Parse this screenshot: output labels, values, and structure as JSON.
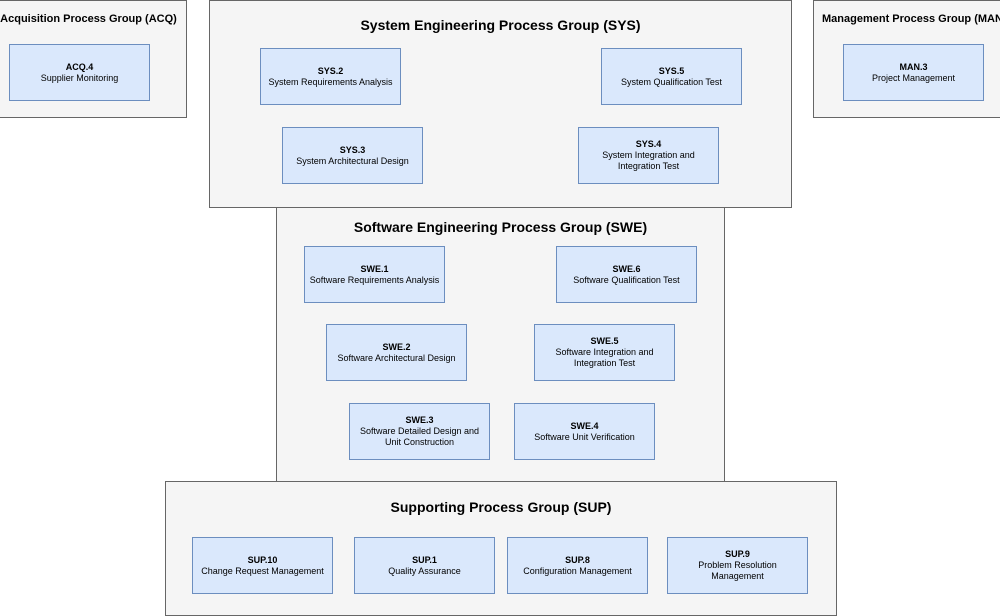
{
  "groups": {
    "acq": {
      "title": "Acquisition Process Group (ACQ)",
      "processes": [
        {
          "id": "ACQ.4",
          "name": "Supplier Monitoring"
        }
      ]
    },
    "sys": {
      "title": "System Engineering Process Group (SYS)",
      "processes": [
        {
          "id": "SYS.2",
          "name": "System Requirements Analysis"
        },
        {
          "id": "SYS.5",
          "name": "System Qualification Test"
        },
        {
          "id": "SYS.3",
          "name": "System Architectural Design"
        },
        {
          "id": "SYS.4",
          "name": "System Integration and Integration Test"
        }
      ]
    },
    "man": {
      "title": "Management Process Group (MAN)",
      "processes": [
        {
          "id": "MAN.3",
          "name": "Project Management"
        }
      ]
    },
    "swe": {
      "title": "Software Engineering Process Group (SWE)",
      "processes": [
        {
          "id": "SWE.1",
          "name": "Software Requirements Analysis"
        },
        {
          "id": "SWE.6",
          "name": "Software Qualification Test"
        },
        {
          "id": "SWE.2",
          "name": "Software Architectural Design"
        },
        {
          "id": "SWE.5",
          "name": "Software Integration and Integration Test"
        },
        {
          "id": "SWE.3",
          "name": "Software Detailed Design and Unit Construction"
        },
        {
          "id": "SWE.4",
          "name": "Software Unit Verification"
        }
      ]
    },
    "sup": {
      "title": "Supporting Process Group (SUP)",
      "processes": [
        {
          "id": "SUP.10",
          "name": "Change Request Management"
        },
        {
          "id": "SUP.1",
          "name": "Quality Assurance"
        },
        {
          "id": "SUP.8",
          "name": "Configuration Management"
        },
        {
          "id": "SUP.9",
          "name": "Problem Resolution Management"
        }
      ]
    }
  }
}
